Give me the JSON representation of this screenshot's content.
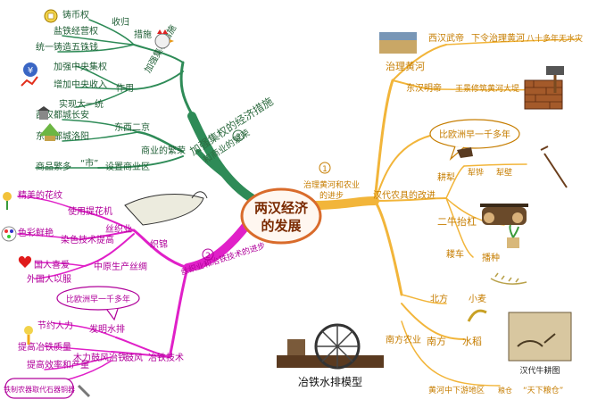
{
  "center": {
    "line1": "两汉经济",
    "line2": "的发展"
  },
  "branches": {
    "agriculture": {
      "num": "1",
      "title_line1": "治理黄河和农业",
      "title_line2": "的进步",
      "color": "#f2b53a",
      "yellow_river": {
        "label": "治理黄河",
        "items": [
          {
            "a": "西汉武帝",
            "b": "下令治理黄河",
            "c": "八十多年无水灾"
          },
          {
            "a": "东汉明帝",
            "b": "王景修筑黄河大堤"
          }
        ]
      },
      "tools": {
        "label": "汉代农具的改进",
        "bubble": "比欧洲早一千多年",
        "plow": "耕犁",
        "plow_a": "犁铧",
        "plow_b": "犁壁",
        "niu": "二牛抬杠",
        "louche": "耧车",
        "louche_b": "播种"
      },
      "south": {
        "label": "南方农业",
        "north": "北方",
        "north_crop": "小麦",
        "south_l": "南方",
        "south_crop": "水稻",
        "delta": "黄河中下游地区",
        "delta_b": "粮仓",
        "delta_c": "“天下粮仓”",
        "caption": "汉代牛耕图"
      }
    },
    "commerce": {
      "num": "3",
      "title_line1": "加强集权的经济措施",
      "title_line2": "和商业的繁荣",
      "color": "#2e8b57",
      "measures": {
        "label": "加强集权措施",
        "cuoshi": "措施",
        "items": [
          "铸币权",
          "盐铁经营权",
          "统一铸造五铢钱"
        ],
        "shou": "收归"
      },
      "effect": {
        "label": "作用",
        "items": [
          "加强中央集权",
          "增加中央收入",
          "实现大一统"
        ]
      },
      "prosper": {
        "label": "商业的繁荣",
        "capitals": [
          "西汉都城长安",
          "东汉都城洛阳"
        ],
        "dongxi": "东西二京",
        "goods": "商品繁多",
        "shi": "“市”",
        "shi_b": "设置商业区"
      }
    },
    "handicraft": {
      "num": "2",
      "title_line1": "丝织业和冶铁技术的进步",
      "color": "#e020c8",
      "silk": {
        "label": "丝织业",
        "sub": "织锦",
        "items": [
          "精美的花纹",
          "色彩鲜艳"
        ],
        "items_b": [
          "使用提花机",
          "染色技术提高"
        ],
        "origin": "中原生产丝绸",
        "origin_a": "国人喜爱",
        "origin_b": "外国人以服"
      },
      "iron": {
        "label": "冶铁技术",
        "bubble": "比欧洲早一千多年",
        "invent": "发明水排",
        "gu": "鼓风",
        "items": [
          "节约人力",
          "提高冶铁质量",
          "提高效率和产量"
        ],
        "tools": "铁制农器取代石器铜器",
        "mu": "木力鼓风冶铁"
      },
      "model_caption": "冶铁水排模型"
    }
  }
}
